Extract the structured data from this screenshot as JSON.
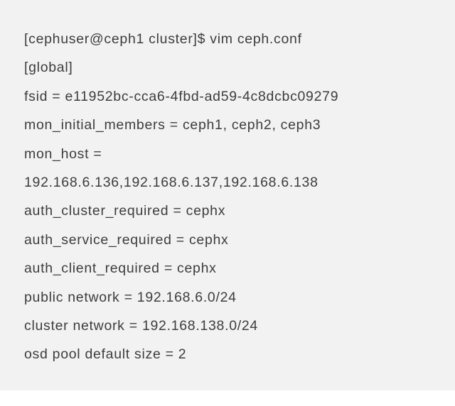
{
  "terminal": {
    "lines": [
      "[cephuser@ceph1 cluster]$ vim ceph.conf",
      "[global]",
      "fsid = e11952bc-cca6-4fbd-ad59-4c8dcbc09279",
      "mon_initial_members = ceph1, ceph2, ceph3",
      "mon_host =",
      "192.168.6.136,192.168.6.137,192.168.6.138",
      "auth_cluster_required = cephx",
      "auth_service_required = cephx",
      "auth_client_required = cephx",
      "public network = 192.168.6.0/24",
      "cluster network = 192.168.138.0/24",
      "osd pool default size = 2"
    ]
  },
  "colors": {
    "background": "#f2f2f2",
    "text": "#3d3d3d",
    "page": "#ffffff"
  }
}
